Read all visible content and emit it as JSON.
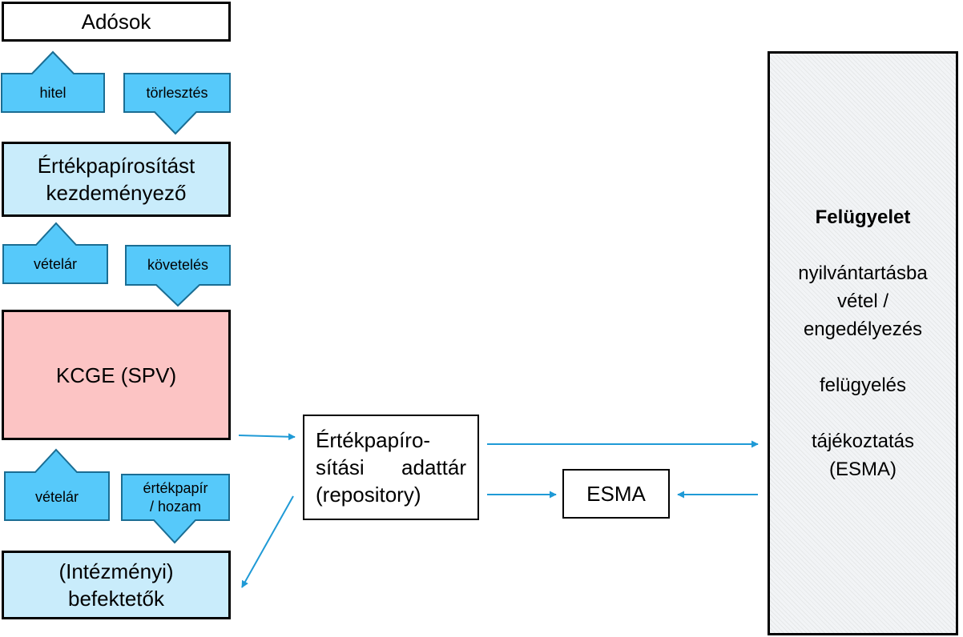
{
  "boxes": {
    "adosok": "Adósok",
    "originator_line1": "Értékpapírosítást",
    "originator_line2": "kezdeményező",
    "spv": "KCGE (SPV)",
    "investors_line1": "(Intézményi)",
    "investors_line2": "befektetők",
    "repository_line1": "Értékpapíro-",
    "repository_line2a": "sítási",
    "repository_line2b": "adattár",
    "repository_line3": "(repository)",
    "esma": "ESMA"
  },
  "flows": {
    "hitel": "hitel",
    "torlesztes": "törlesztés",
    "vetelar1": "vételár",
    "koveteles": "követelés",
    "vetelar2": "vételár",
    "ertekpapir_line1": "értékpapír",
    "ertekpapir_line2": "/ hozam"
  },
  "supervision": {
    "title": "Felügyelet",
    "line1": "nyilvántartásba",
    "line2": "vétel /",
    "line3": "engedélyezés",
    "line4": "felügyelés",
    "line5": "tájékoztatás",
    "line6": "(ESMA)"
  },
  "colors": {
    "arrow_fill": "#56c9fa",
    "connector": "#1f9ad6",
    "light_box": "#c9ecfb",
    "spv_box": "#fcc4c4"
  }
}
